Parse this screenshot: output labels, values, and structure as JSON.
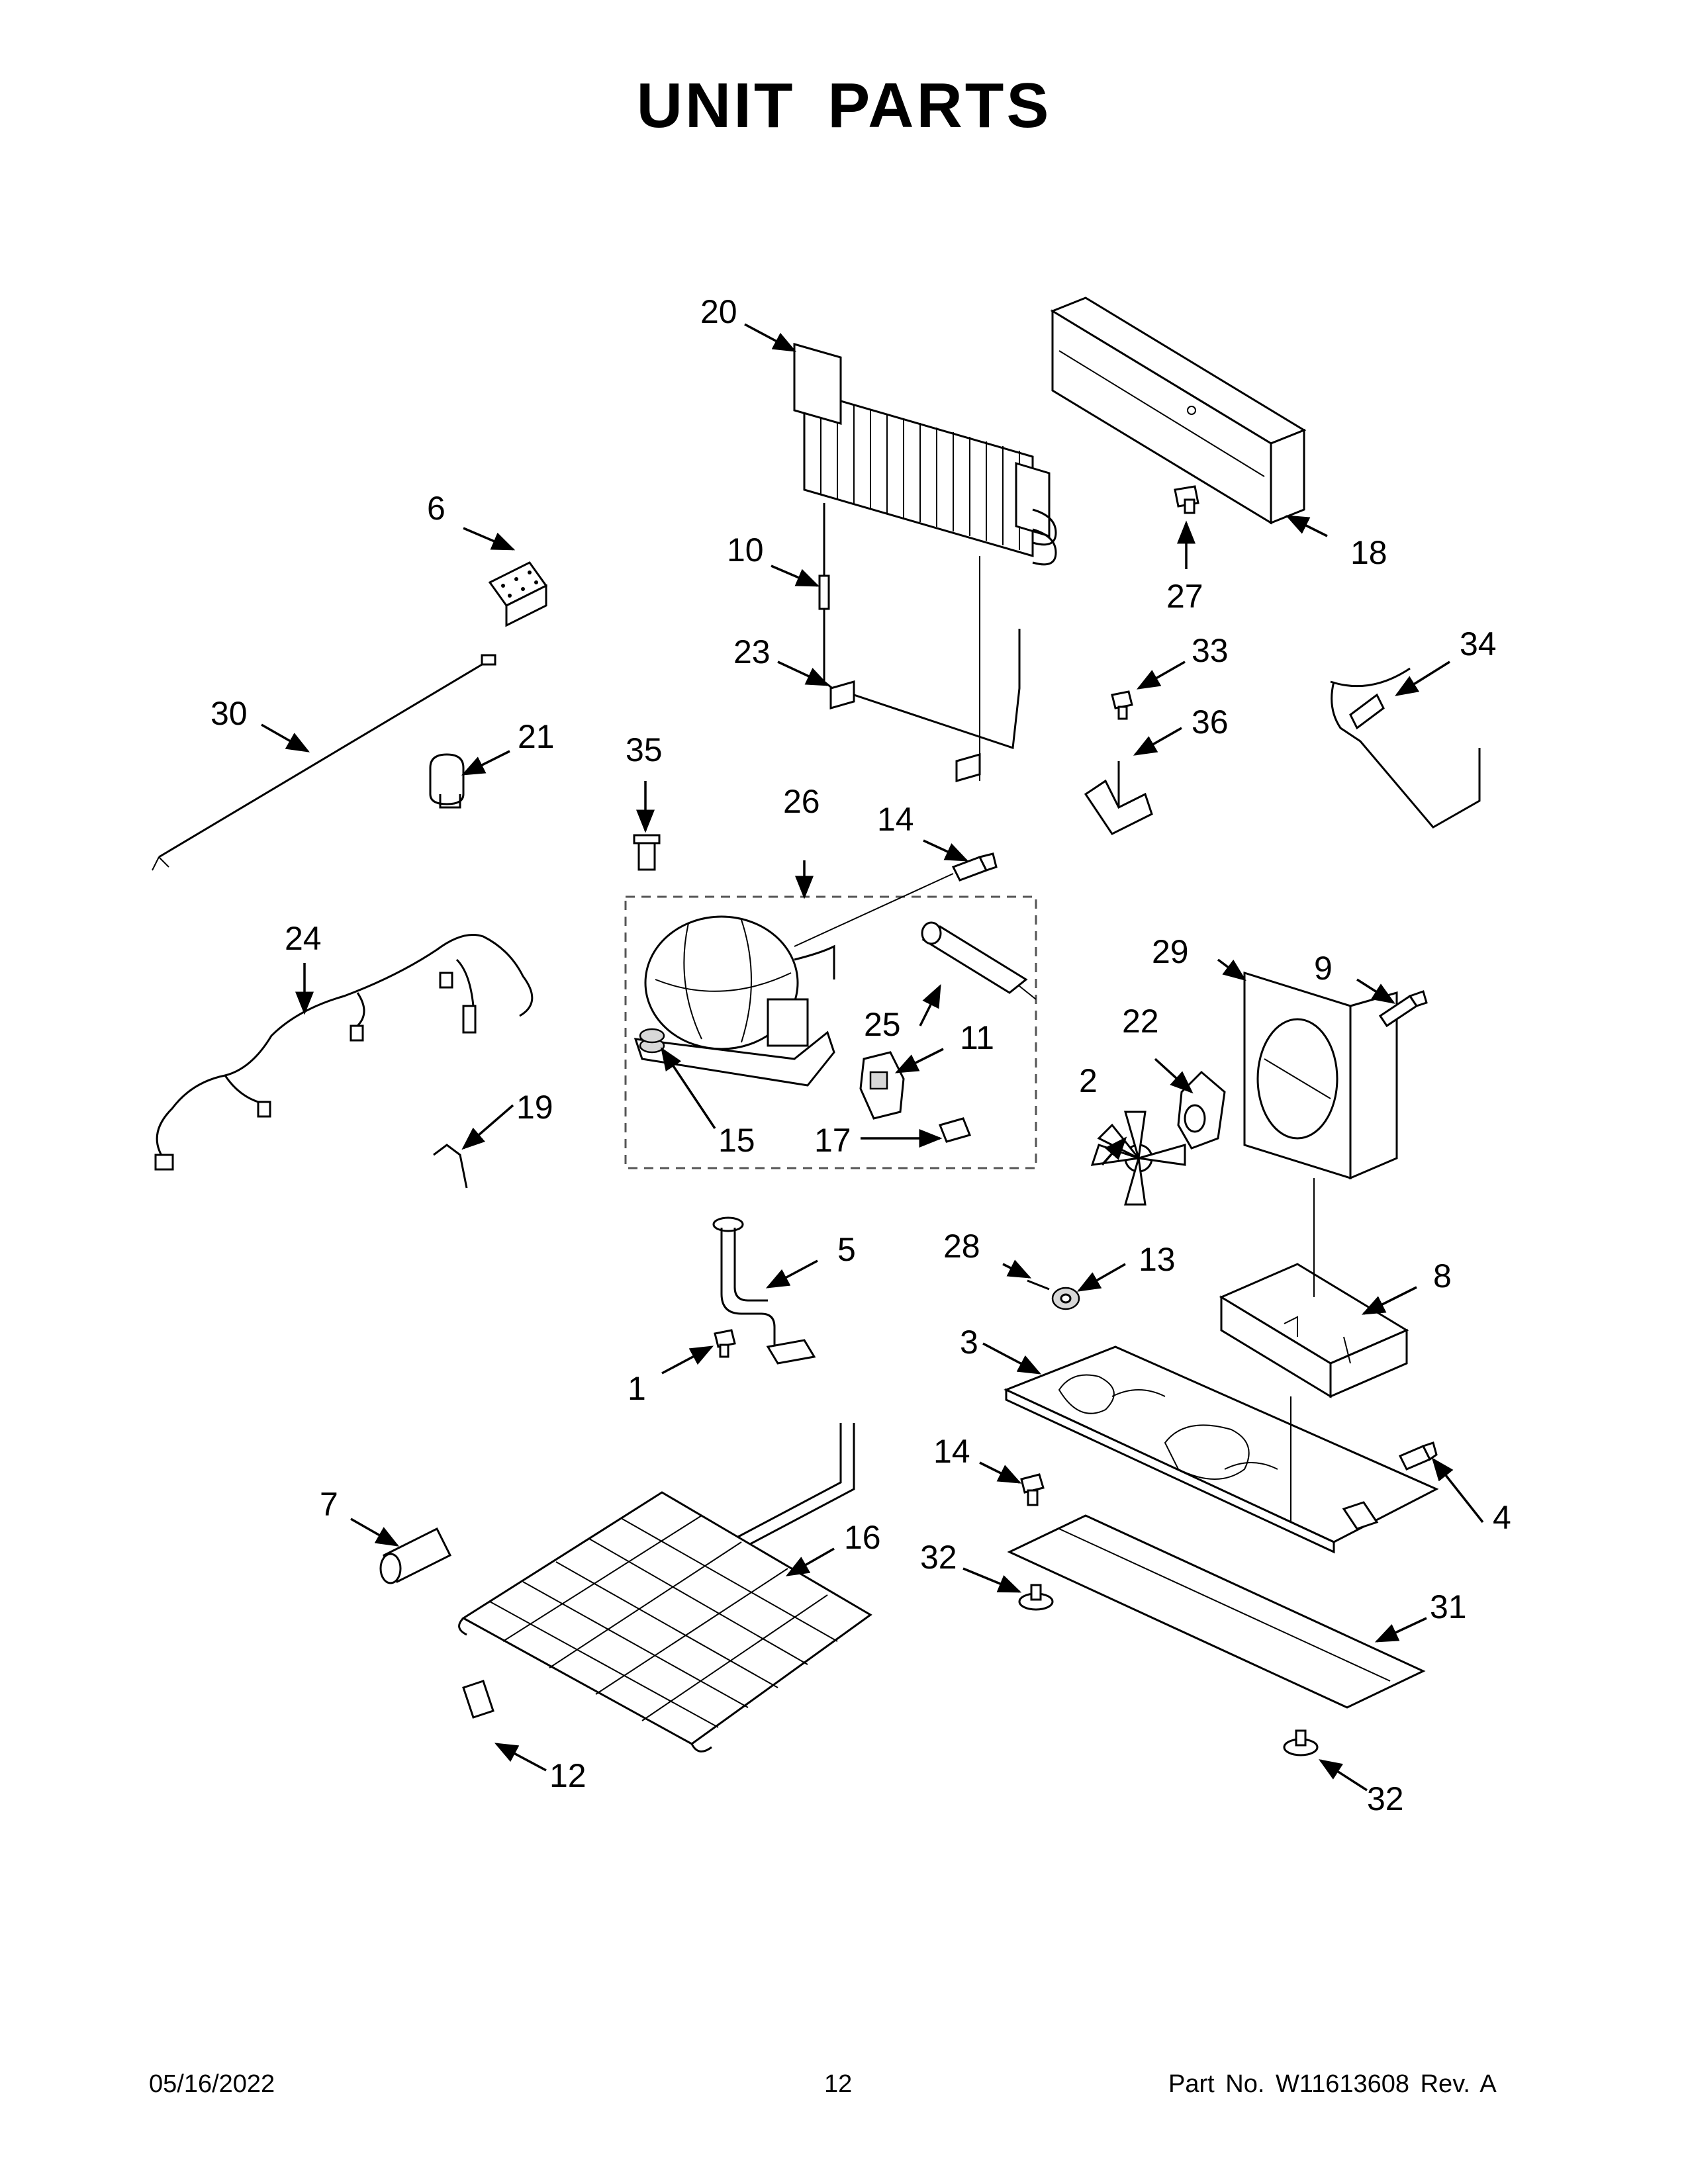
{
  "page_title": "UNIT PARTS",
  "footer": {
    "date": "05/16/2022",
    "page_number": "12",
    "part_no": "Part No.  W11613608  Rev.  A"
  },
  "callouts": {
    "c1": "1",
    "c2": "2",
    "c3": "3",
    "c4": "4",
    "c5": "5",
    "c6": "6",
    "c7": "7",
    "c8": "8",
    "c9": "9",
    "c10": "10",
    "c11": "11",
    "c12": "12",
    "c13": "13",
    "c14a": "14",
    "c14b": "14",
    "c15": "15",
    "c16": "16",
    "c17": "17",
    "c18": "18",
    "c19": "19",
    "c20": "20",
    "c21": "21",
    "c22": "22",
    "c23": "23",
    "c24": "24",
    "c25": "25",
    "c26": "26",
    "c27": "27",
    "c28": "28",
    "c29": "29",
    "c30": "30",
    "c31": "31",
    "c32a": "32",
    "c32b": "32",
    "c33": "33",
    "c34": "34",
    "c35": "35",
    "c36": "36"
  }
}
